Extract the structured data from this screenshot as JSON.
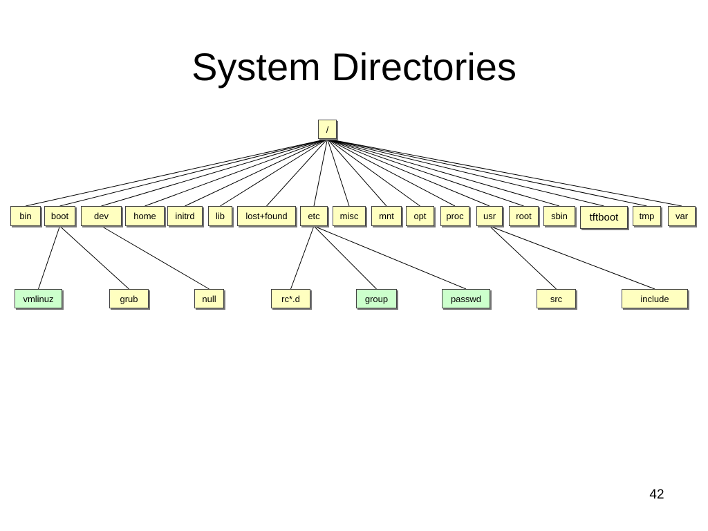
{
  "slide": {
    "title": "System Directories",
    "page_number": "42"
  },
  "colors": {
    "directory_fill": "#ffffc0",
    "file_fill": "#ccffcc",
    "line": "#000000"
  },
  "tree": {
    "root": {
      "label": "/",
      "kind": "directory"
    },
    "top_level": [
      {
        "label": "bin",
        "kind": "directory"
      },
      {
        "label": "boot",
        "kind": "directory"
      },
      {
        "label": "dev",
        "kind": "directory"
      },
      {
        "label": "home",
        "kind": "directory"
      },
      {
        "label": "initrd",
        "kind": "directory"
      },
      {
        "label": "lib",
        "kind": "directory"
      },
      {
        "label": "lost+found",
        "kind": "directory"
      },
      {
        "label": "etc",
        "kind": "directory"
      },
      {
        "label": "misc",
        "kind": "directory"
      },
      {
        "label": "mnt",
        "kind": "directory"
      },
      {
        "label": "opt",
        "kind": "directory"
      },
      {
        "label": "proc",
        "kind": "directory"
      },
      {
        "label": "usr",
        "kind": "directory"
      },
      {
        "label": "root",
        "kind": "directory"
      },
      {
        "label": "sbin",
        "kind": "directory"
      },
      {
        "label": "tftboot",
        "kind": "directory"
      },
      {
        "label": "tmp",
        "kind": "directory"
      },
      {
        "label": "var",
        "kind": "directory"
      }
    ],
    "second_level": [
      {
        "label": "vmlinuz",
        "kind": "file",
        "parent": "boot"
      },
      {
        "label": "grub",
        "kind": "directory",
        "parent": "boot"
      },
      {
        "label": "null",
        "kind": "directory",
        "parent": "dev"
      },
      {
        "label": "rc*.d",
        "kind": "directory",
        "parent": "etc"
      },
      {
        "label": "group",
        "kind": "file",
        "parent": "etc"
      },
      {
        "label": "passwd",
        "kind": "file",
        "parent": "etc"
      },
      {
        "label": "src",
        "kind": "directory",
        "parent": "usr"
      },
      {
        "label": "include",
        "kind": "directory",
        "parent": "usr"
      }
    ]
  }
}
